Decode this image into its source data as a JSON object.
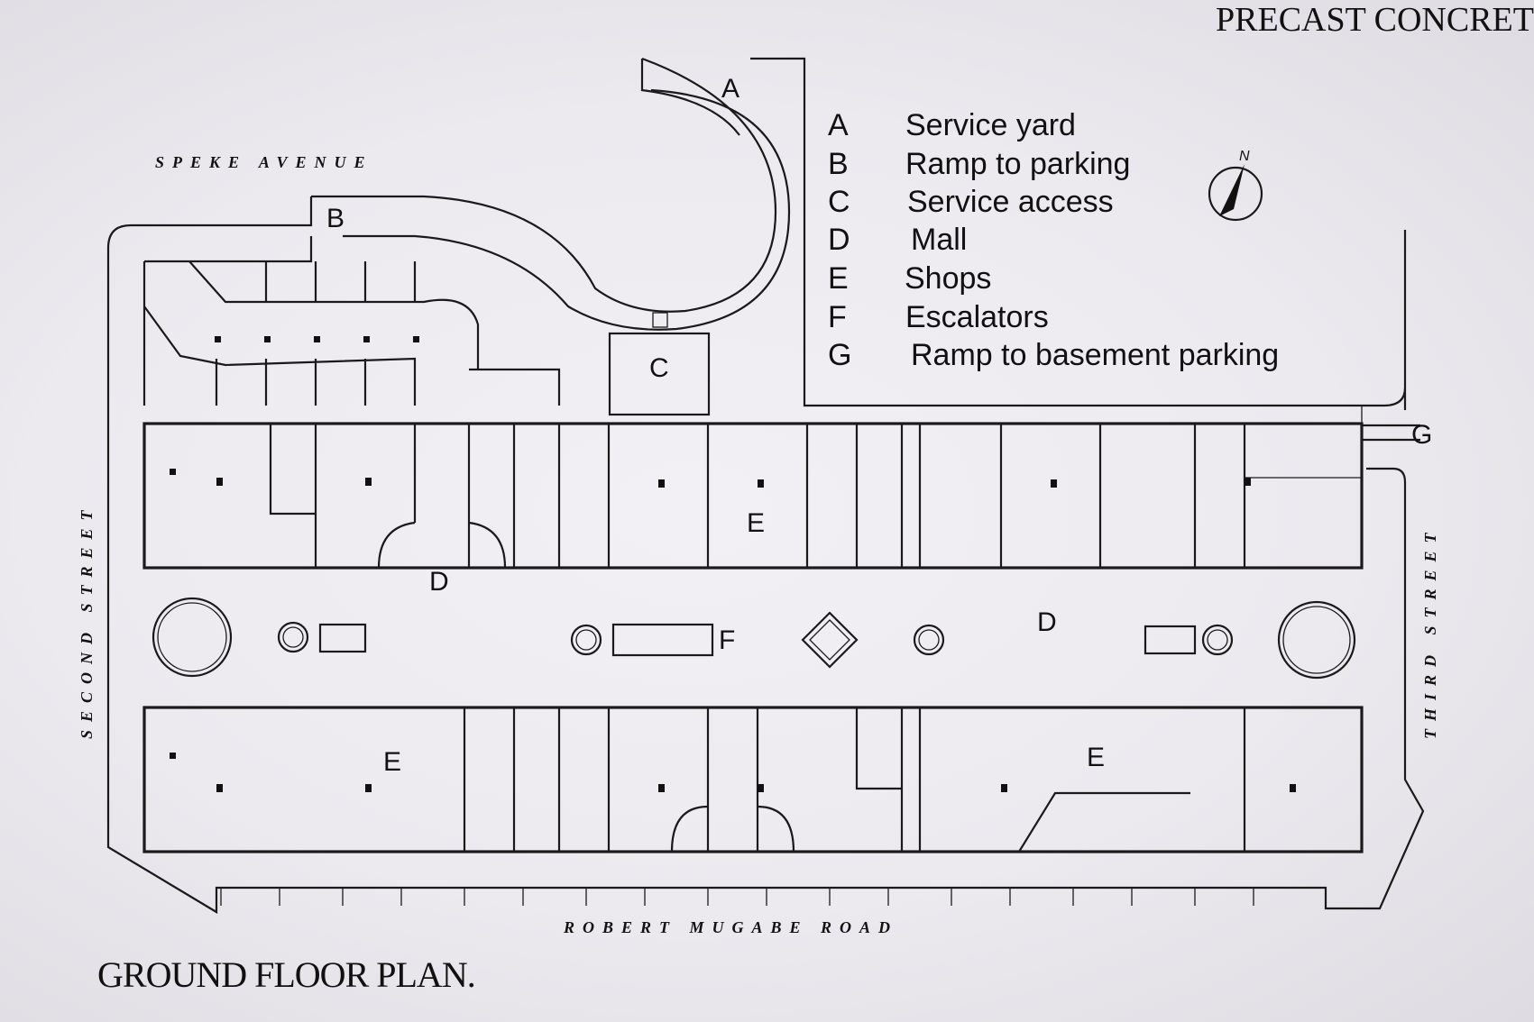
{
  "header": {
    "title": "PRECAST CONCRETE"
  },
  "caption": "GROUND FLOOR PLAN.",
  "streets": {
    "north": "SPEKE AVENUE",
    "south": "ROBERT MUGABE ROAD",
    "west": "SECOND STREET",
    "east": "THIRD STREET"
  },
  "north_arrow": {
    "label": "N"
  },
  "legend": [
    {
      "key": "A",
      "text": "Service yard"
    },
    {
      "key": "B",
      "text": "Ramp to parking"
    },
    {
      "key": "C",
      "text": "Service access"
    },
    {
      "key": "D",
      "text": "Mall"
    },
    {
      "key": "E",
      "text": "Shops"
    },
    {
      "key": "F",
      "text": "Escalators"
    },
    {
      "key": "G",
      "text": "Ramp to basement parking"
    }
  ],
  "plan_labels": {
    "a": "A",
    "b": "B",
    "c": "C",
    "d1": "D",
    "d2": "D",
    "e1": "E",
    "e2": "E",
    "e3": "E",
    "f": "F",
    "g": "G"
  }
}
